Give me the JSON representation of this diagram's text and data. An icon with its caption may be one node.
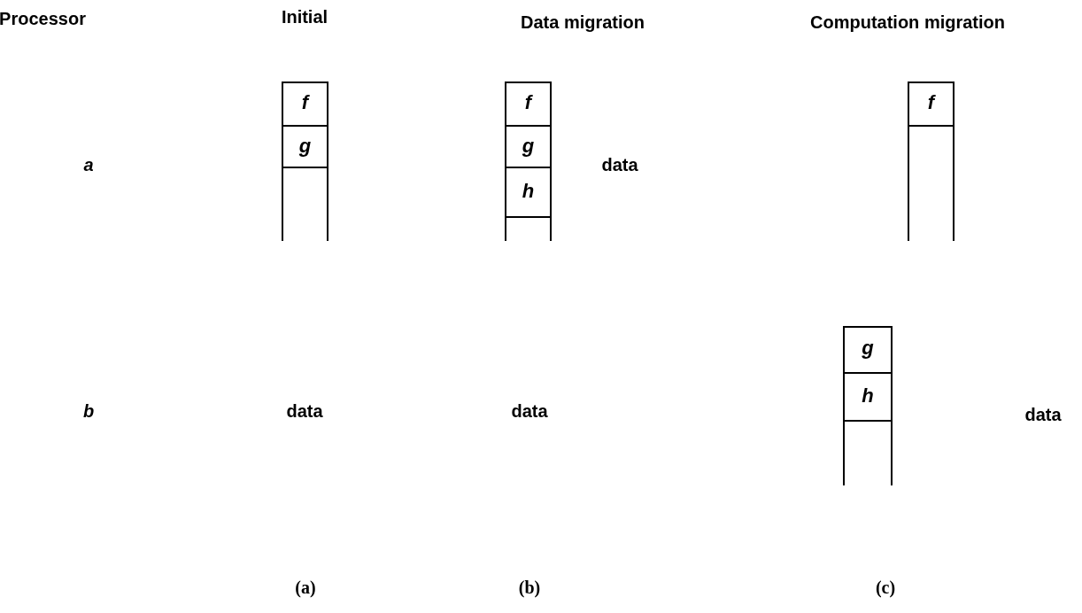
{
  "diagram": {
    "nodes": [
      {
        "text": [],
        "shape": "box"
      },
      {
        "text": [
          "f"
        ],
        "in": 0
      },
      {
        "text": [
          "g"
        ],
        "in": 0
      },
      {
        "text": [],
        "shape": "box"
      },
      {
        "text": [
          "f"
        ],
        "in": 3
      },
      {
        "text": [
          "g"
        ],
        "in": 3
      },
      {
        "text": [
          "h"
        ],
        "in": 3
      },
      {
        "text": [],
        "shape": "box"
      },
      {
        "text": [
          "f"
        ],
        "in": 7
      },
      {
        "text": [],
        "shape": "box"
      },
      {
        "text": [
          "g"
        ],
        "in": 9
      },
      {
        "text": [
          "h"
        ],
        "in": 9
      }
    ],
    "edges": [],
    "labels": [
      "Processor",
      "Initial",
      "Data migration",
      "Computation migration",
      "a",
      "data",
      "b",
      "data",
      "data",
      "data",
      "(a)",
      "(b)",
      "(c)"
    ]
  }
}
